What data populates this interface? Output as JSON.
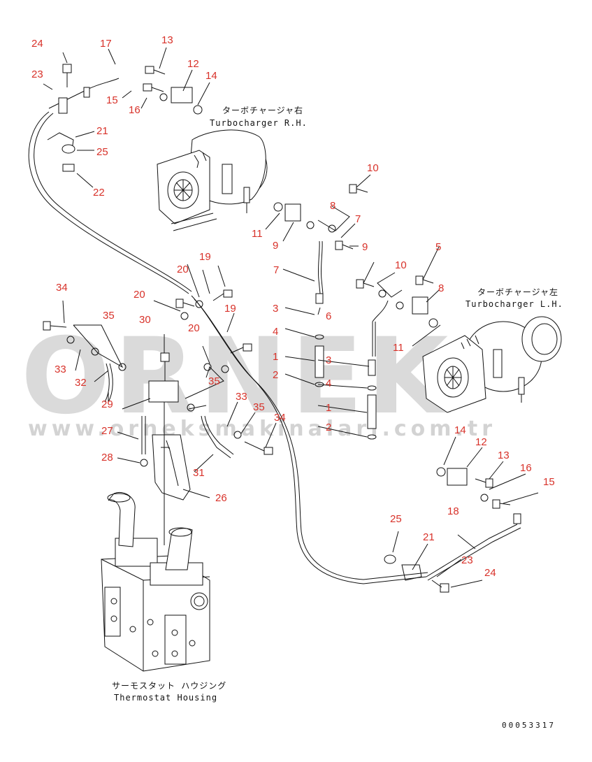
{
  "captions": {
    "turbo_rh_jp": "ターボチャージャ右",
    "turbo_rh_en": "Turbocharger R.H.",
    "turbo_lh_jp": "ターボチャージャ左",
    "turbo_lh_en": "Turbocharger L.H.",
    "thermo_jp": "サーモスタット ハウジング",
    "thermo_en": "Thermostat Housing"
  },
  "doc_number": "00053317",
  "watermark": {
    "brand": "ORNEK",
    "url": "www.orneksmakinalari.com.tr"
  },
  "callouts": [
    "24",
    "17",
    "13",
    "12",
    "14",
    "23",
    "15",
    "16",
    "21",
    "25",
    "22",
    "10",
    "8",
    "7",
    "11",
    "9",
    "7",
    "5",
    "10",
    "8",
    "9",
    "19",
    "20",
    "34",
    "20",
    "35",
    "19",
    "30",
    "3",
    "6",
    "4",
    "1",
    "2",
    "3",
    "4",
    "1",
    "2",
    "11",
    "33",
    "32",
    "29",
    "20",
    "35",
    "33",
    "35",
    "34",
    "27",
    "28",
    "31",
    "26",
    "14",
    "12",
    "13",
    "16",
    "15",
    "25",
    "18",
    "21",
    "23",
    "24"
  ],
  "colors": {
    "callout": "#d8322a",
    "linework": "#111111",
    "watermark": "#bdbdbd"
  }
}
